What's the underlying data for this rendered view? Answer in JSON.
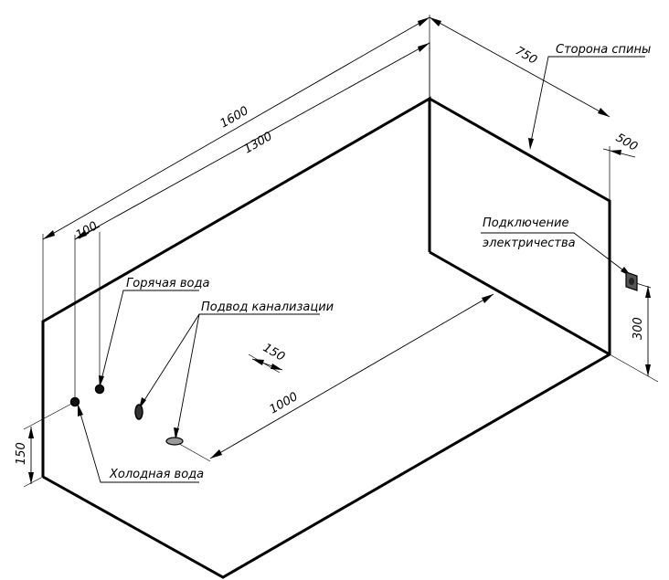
{
  "dimensions": {
    "overall_length": "1600",
    "inner_length": "1300",
    "width": "750",
    "offset_right": "500",
    "pipe_spacing": "100",
    "drain_offset": "150",
    "drain_length": "1000",
    "pipe_height": "150",
    "socket_height": "300"
  },
  "labels": {
    "back_side": "Сторона спины",
    "hot_water": "Горячая вода",
    "drain_supply": "Подвод канализации",
    "cold_water": "Холодная вода",
    "electric_line1": "Подключение",
    "electric_line2": "электричества"
  }
}
